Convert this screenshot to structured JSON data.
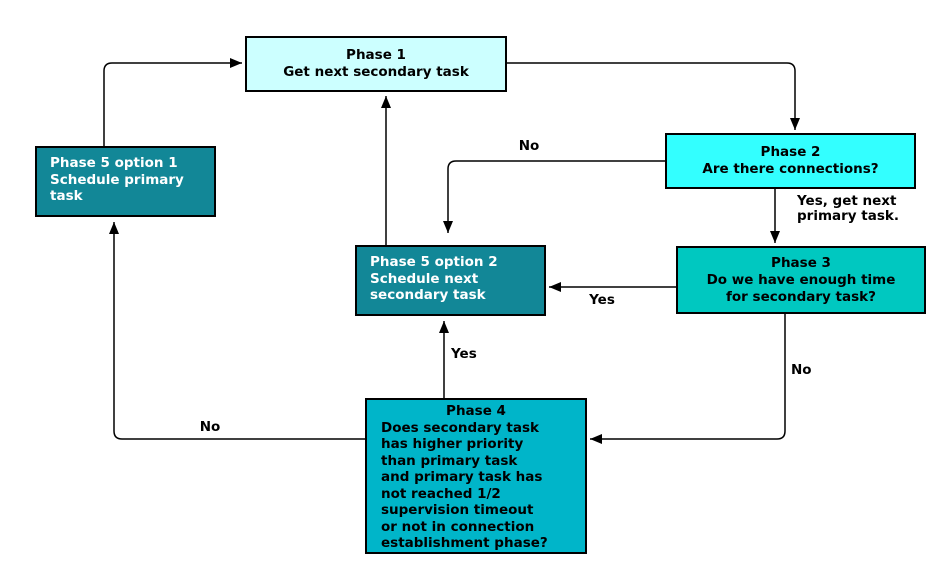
{
  "diagram": {
    "background": "#ffffff",
    "line_color": "#000000",
    "boxes": {
      "phase1": {
        "title": "Phase 1",
        "body": "Get next secondary task",
        "fill": "#ccffff",
        "text_color": "#000000"
      },
      "phase2": {
        "title": "Phase 2",
        "body": "Are there connections?",
        "fill": "#33ffff",
        "text_color": "#000000"
      },
      "phase3": {
        "title": "Phase 3",
        "body": "Do we have enough time\nfor secondary task?",
        "fill": "#00c8c0",
        "text_color": "#000000"
      },
      "phase4": {
        "title": "Phase 4",
        "body": "Does secondary task\nhas higher priority\nthan primary task\nand primary task has\nnot reached 1/2\nsupervision timeout\nor not in connection\nestablishment phase?",
        "fill": "#00b5c9",
        "text_color": "#000000"
      },
      "phase5_option1": {
        "title": "Phase 5 option 1",
        "body": "Schedule primary\ntask",
        "fill": "#128797",
        "text_color": "#ffffff"
      },
      "phase5_option2": {
        "title": "Phase 5 option 2",
        "body": "Schedule next\nsecondary task",
        "fill": "#128797",
        "text_color": "#ffffff"
      }
    },
    "edge_labels": {
      "phase2_no": "No",
      "phase2_yes": "Yes, get next\nprimary task.",
      "phase3_yes": "Yes",
      "phase3_no": "No",
      "phase4_yes": "Yes",
      "phase4_no": "No"
    }
  }
}
